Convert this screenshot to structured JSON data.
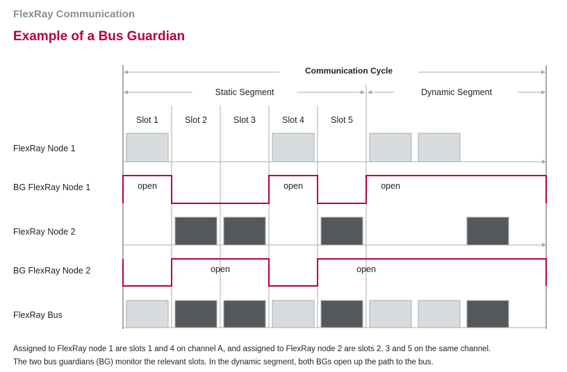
{
  "header": {
    "subtitle": "FlexRay Communication",
    "title": "Example of a Bus Guardian"
  },
  "diagram": {
    "cycle_label": "Communication Cycle",
    "static_label": "Static Segment",
    "dynamic_label": "Dynamic Segment",
    "slots": [
      "Slot 1",
      "Slot 2",
      "Slot 3",
      "Slot 4",
      "Slot 5"
    ],
    "open_label": "open",
    "rows": [
      "FlexRay Node 1",
      "BG FlexRay Node 1",
      "FlexRay Node 2",
      "BG FlexRay Node 2",
      "FlexRay Bus"
    ],
    "node1_frames": [
      "slot1",
      "slot4",
      "dyn1",
      "dyn2"
    ],
    "node2_frames": [
      "slot2",
      "slot3",
      "slot5",
      "dyn3"
    ],
    "bus_frames": [
      [
        "slot1",
        "node1"
      ],
      [
        "slot2",
        "node2"
      ],
      [
        "slot3",
        "node2"
      ],
      [
        "slot4",
        "node1"
      ],
      [
        "slot5",
        "node2"
      ],
      [
        "dyn1",
        "node1"
      ],
      [
        "dyn2",
        "node1"
      ],
      [
        "dyn3",
        "node2"
      ]
    ],
    "bg1_open": [
      "slot1",
      "slot4",
      "dynamic"
    ],
    "bg2_open": [
      "slot2",
      "slot3",
      "slot5",
      "dynamic"
    ],
    "colors": {
      "accent": "#b5003a",
      "node1_frame": "#d9dcde",
      "node2_frame": "#54585a",
      "line": "#a7abad"
    }
  },
  "caption": {
    "line1": "Assigned to FlexRay node 1 are slots 1 and 4 on channel A, and assigned to FlexRay node 2 are slots 2, 3 and 5 on the same channel.",
    "line2": "The two bus guardians (BG) monitor the relevant slots. In the dynamic segment, both BGs open up the path to the bus."
  }
}
